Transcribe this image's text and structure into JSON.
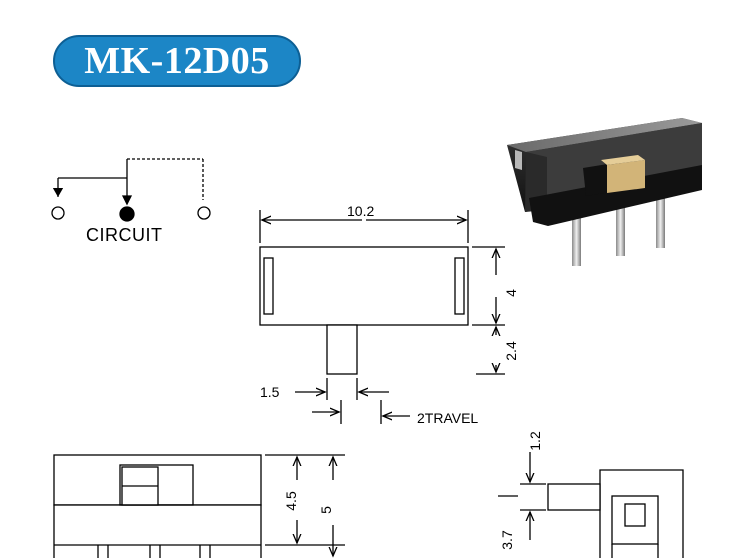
{
  "title": "MK-12D05",
  "circuit": {
    "label": "CIRCUIT"
  },
  "dimensions": {
    "width": "10.2",
    "height_body": "4",
    "actuator_height": "2.4",
    "actuator_width": "1.5",
    "travel": "2TRAVEL",
    "side_height_inner": "4.5",
    "side_height_total": "5",
    "actuator_top": "1.2",
    "end_view_width": "3.7"
  },
  "colors": {
    "title_bg": "#1c86c6",
    "title_text": "#ffffff",
    "line": "#000000"
  }
}
